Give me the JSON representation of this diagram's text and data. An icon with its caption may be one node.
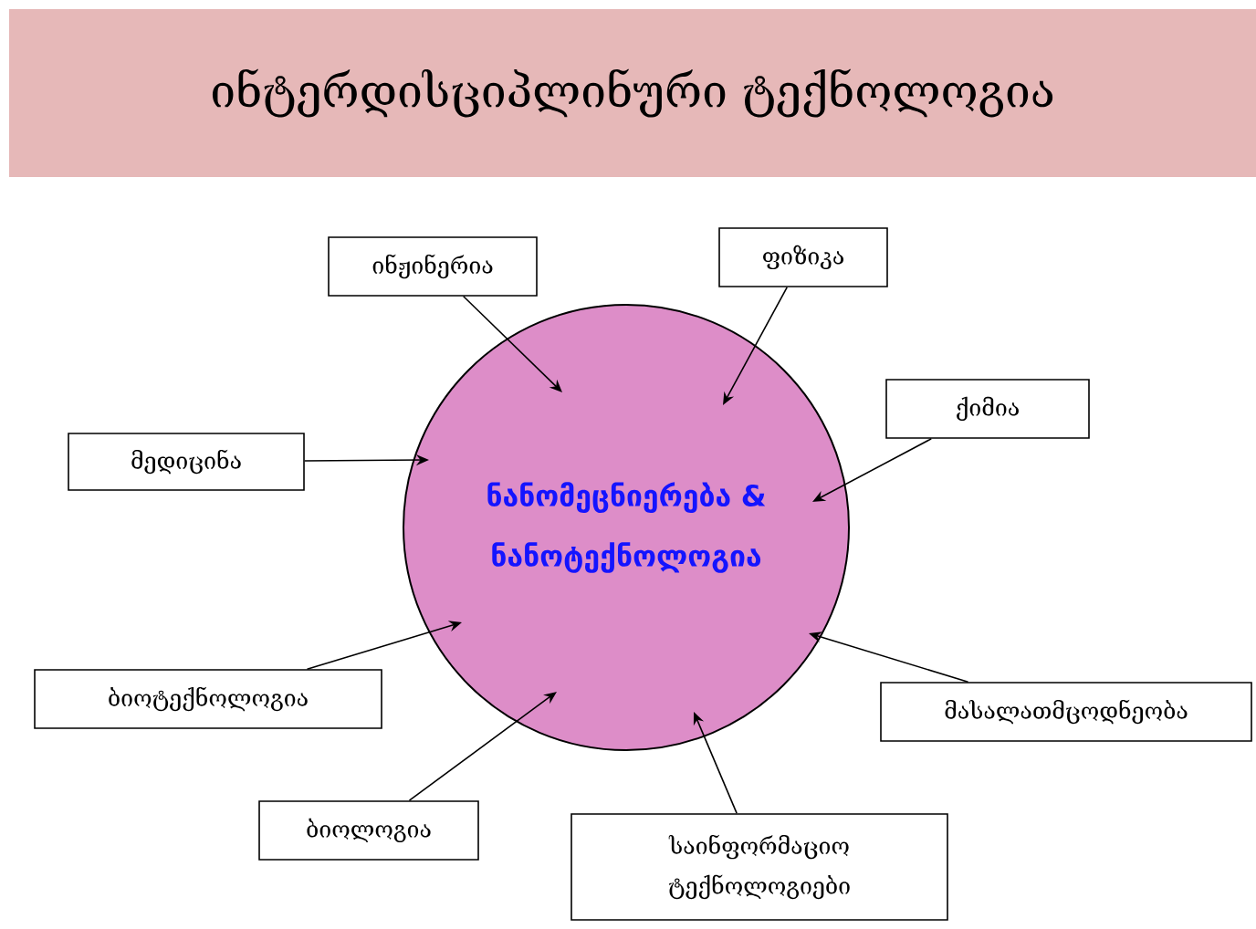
{
  "diagram": {
    "title": "ინტერდისციპლინური ტექნოლოგია",
    "nodes": [
      {
        "text": [
          "ნანომეცნიერება & ნანოტექნოლოგია"
        ]
      },
      {
        "text": [
          "ინჟინერია"
        ]
      },
      {
        "text": [
          "ფიზიკა"
        ]
      },
      {
        "text": [
          "ქიმია"
        ]
      },
      {
        "text": [
          "მედიცინა"
        ]
      },
      {
        "text": [
          "ბიოტექნოლოგია"
        ]
      },
      {
        "text": [
          "მასალათმცოდნეობა"
        ]
      },
      {
        "text": [
          "ბიოლოგია"
        ]
      },
      {
        "text": [
          "საინფორმაციო ტექნოლოგიები"
        ]
      }
    ],
    "edges": [
      {
        "from": 1,
        "to": 0,
        "arrow": "to"
      },
      {
        "from": 2,
        "to": 0,
        "arrow": "to"
      },
      {
        "from": 3,
        "to": 0,
        "arrow": "to"
      },
      {
        "from": 4,
        "to": 0,
        "arrow": "to"
      },
      {
        "from": 5,
        "to": 0,
        "arrow": "to"
      },
      {
        "from": 6,
        "to": 0,
        "arrow": "to"
      },
      {
        "from": 7,
        "to": 0,
        "arrow": "to"
      },
      {
        "from": 8,
        "to": 0,
        "arrow": "to"
      }
    ]
  }
}
